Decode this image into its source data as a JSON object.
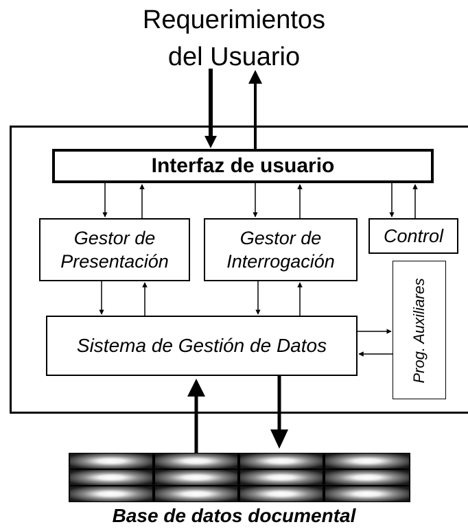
{
  "header": {
    "line1": "Requerimientos",
    "line2": "del Usuario"
  },
  "interfaz": {
    "label": "Interfaz de usuario"
  },
  "gestor_presentacion": {
    "line1": "Gestor de",
    "line2": "Presentación"
  },
  "gestor_interrogacion": {
    "line1": "Gestor de",
    "line2": "Interrogación"
  },
  "control": {
    "label": "Control"
  },
  "prog_auxiliares": {
    "label": "Prog. Auxiliares"
  },
  "sistema_gestion": {
    "label": "Sistema de Gestión de Datos"
  },
  "base_datos": {
    "label": "Base de datos documental"
  },
  "colors": {
    "line": "#000000",
    "background": "#ffffff"
  }
}
